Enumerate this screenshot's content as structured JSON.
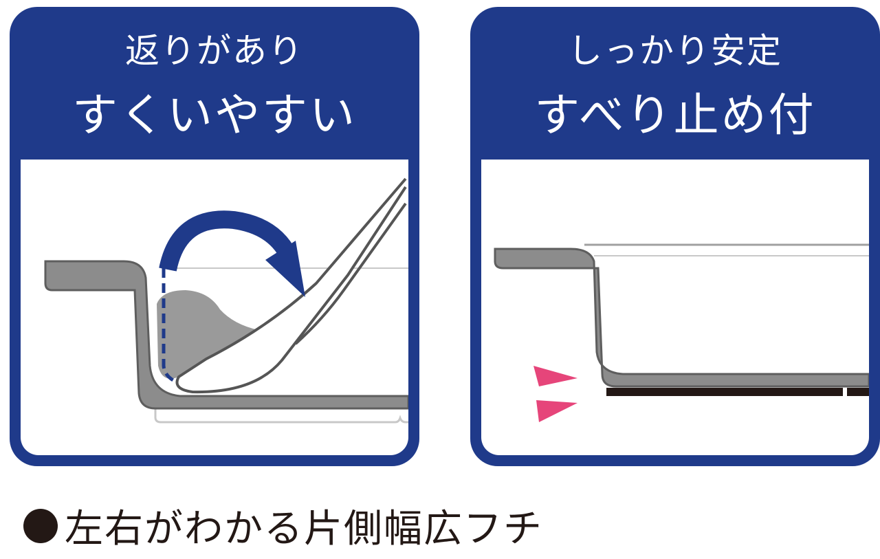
{
  "panels": [
    {
      "line1": "返りがあり",
      "line2": "すくいやすい",
      "accent": "#1f3a8a"
    },
    {
      "line1": "しっかり安定",
      "line2": "すべり止め付",
      "accent": "#1f3a8a"
    }
  ],
  "caption": {
    "text": "左右がわかる片側幅広フチ"
  },
  "colors": {
    "navy": "#1f3a8a",
    "pan_gray": "#8c8c8c",
    "edge_dark": "#555555",
    "non_slip": "#231815",
    "arrow_pink": "#e6457a"
  },
  "icons": [
    "curved-arrow-icon",
    "ladle-icon",
    "pink-arrow-icon"
  ]
}
